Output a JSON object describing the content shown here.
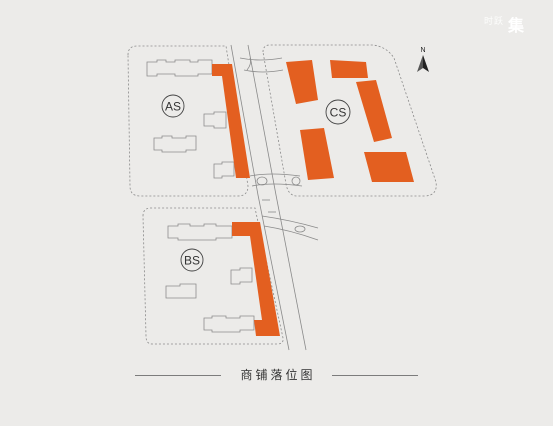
{
  "brand": {
    "small": "时跃",
    "big": "集"
  },
  "compass": {
    "label": "N"
  },
  "plots": [
    {
      "id": "as",
      "label": "AS"
    },
    {
      "id": "cs",
      "label": "CS"
    },
    {
      "id": "bs",
      "label": "BS"
    }
  ],
  "caption": "商铺落位图",
  "colors": {
    "background": "#ecebe9",
    "shop": "#e35f20",
    "building_outline": "#8c8c8c",
    "road": "#8a8a8a",
    "boundary": "#8a8a8a"
  }
}
